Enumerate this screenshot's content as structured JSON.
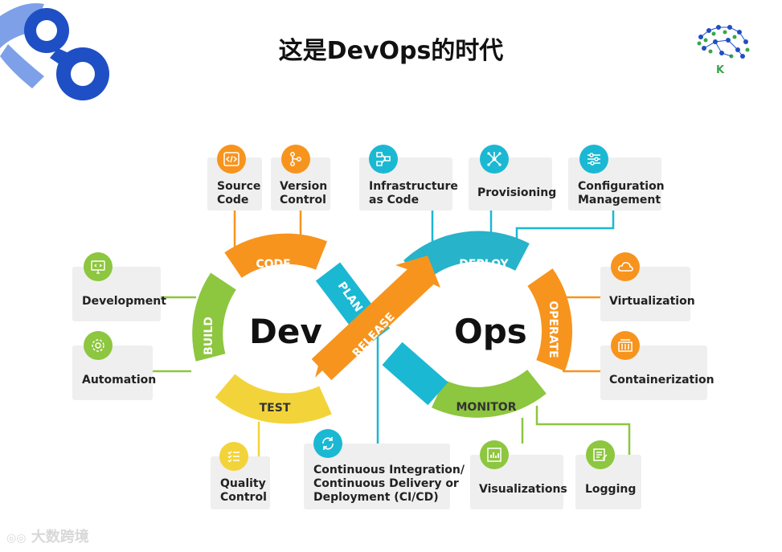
{
  "title": "这是DevOps的时代",
  "logo_letter": "K",
  "watermark": "大数跨境",
  "center": {
    "dev": "Dev",
    "ops": "Ops"
  },
  "stages": {
    "code": "CODE",
    "plan": "PLAN",
    "build": "BUILD",
    "test": "TEST",
    "release": "RELEASE",
    "deploy": "DEPLOY",
    "operate": "OPERATE",
    "monitor": "MONITOR"
  },
  "tools": {
    "source_code": {
      "line1": "Source",
      "line2": "Code",
      "icon": "code-icon"
    },
    "version_control": {
      "line1": "Version",
      "line2": "Control",
      "icon": "branch-icon"
    },
    "infrastructure": {
      "line1": "Infrastructure",
      "line2": "as Code",
      "icon": "network-icon"
    },
    "provisioning": {
      "line1": "Provisioning",
      "icon": "nodes-icon"
    },
    "configuration": {
      "line1": "Configuration",
      "line2": "Management",
      "icon": "sliders-icon"
    },
    "development": {
      "line1": "Development",
      "icon": "monitor-icon"
    },
    "automation": {
      "line1": "Automation",
      "icon": "gear-icon"
    },
    "virtualization": {
      "line1": "Virtualization",
      "icon": "cloud-icon"
    },
    "containerization": {
      "line1": "Containerization",
      "icon": "container-icon"
    },
    "quality": {
      "line1": "Quality",
      "line2": "Control",
      "icon": "checklist-icon"
    },
    "cicd": {
      "line1": "Continuous Integration/",
      "line2": "Continuous Delivery or",
      "line3": "Deployment (CI/CD)",
      "icon": "refresh-icon"
    },
    "visualizations": {
      "line1": "Visualizations",
      "icon": "chart-icon"
    },
    "logging": {
      "line1": "Logging",
      "icon": "log-icon"
    }
  },
  "colors": {
    "orange": "#f7941d",
    "cyan": "#1bb8d3",
    "green": "#8dc63f",
    "yellow": "#f2d43a",
    "deploy": "#27b3c9",
    "brand_blue": "#1f4fc4",
    "brand_light": "#7da0e8"
  }
}
